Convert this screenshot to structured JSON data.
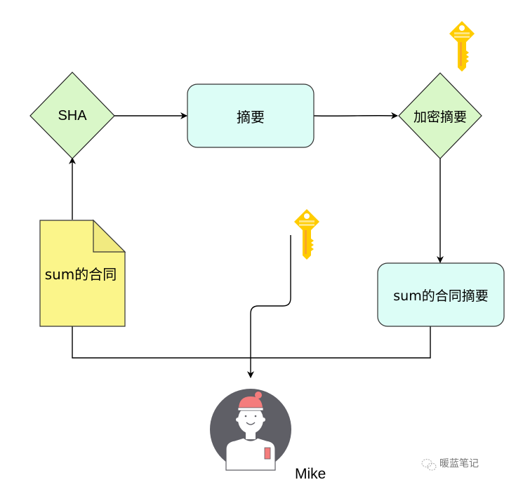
{
  "diagram": {
    "nodes": {
      "sha": {
        "label": "SHA",
        "shape": "diamond",
        "fill": "#d9f7c8"
      },
      "digest": {
        "label": "摘要",
        "shape": "rounded-rect",
        "fill": "#dcfdf6"
      },
      "encrypt_digest": {
        "label": "加密摘要",
        "shape": "diamond",
        "fill": "#d9f7c8"
      },
      "contract": {
        "label": "sum的合同",
        "shape": "document",
        "fill": "#fbf58a"
      },
      "contract_digest": {
        "label": "sum的合同摘要",
        "shape": "rounded-rect",
        "fill": "#dcfdf6"
      }
    },
    "edges": [
      {
        "from": "contract",
        "to": "sha"
      },
      {
        "from": "sha",
        "to": "digest"
      },
      {
        "from": "digest",
        "to": "encrypt_digest"
      },
      {
        "from": "encrypt_digest",
        "to": "contract_digest"
      },
      {
        "from": "contract",
        "to": "person"
      },
      {
        "from": "contract_digest",
        "to": "person"
      },
      {
        "from": "key_public",
        "to": "person"
      }
    ],
    "icons": {
      "key_private": "key-icon",
      "key_public": "key-icon",
      "person": "user-avatar-icon"
    },
    "person": {
      "name": "Mike"
    },
    "colors": {
      "key": "#ffcc00",
      "key_shade": "#f9a826",
      "avatar_bg": "#5f5f66",
      "avatar_accent": "#f47c7c"
    }
  },
  "watermark": {
    "text": "暖蓝笔记",
    "icon": "wechat-icon"
  }
}
